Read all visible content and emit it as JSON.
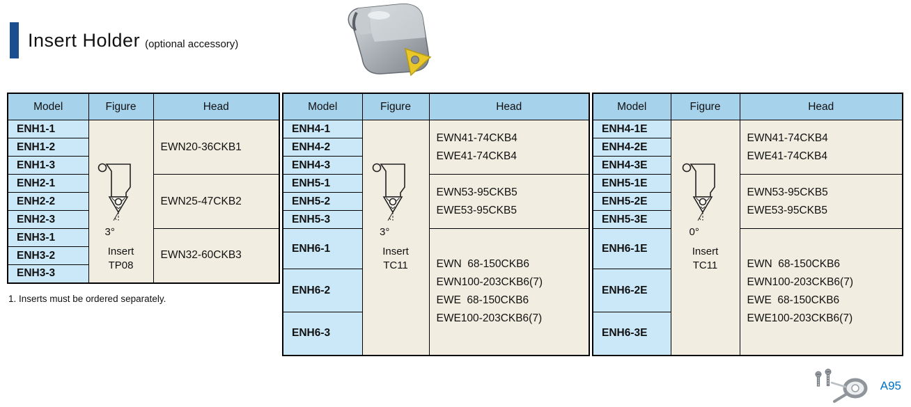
{
  "page": {
    "title": "Insert Holder",
    "subtitle": "(optional accessory)",
    "footnote": "1. Inserts must be ordered separately.",
    "page_ref": "A95"
  },
  "colors": {
    "accent_bar": "#1a4e8f",
    "header_bg": "#a6d2eb",
    "model_bg": "#cbe8f9",
    "figure_bg": "#f1ede0",
    "border": "#000000",
    "page_ref_blue": "#0072c6",
    "insert_yellow": "#e9c728"
  },
  "table": {
    "headers": [
      "Model",
      "Figure",
      "Head"
    ],
    "groups": [
      {
        "figure": {
          "angle": "3°",
          "insert": "Insert\nTP08"
        },
        "sections": [
          {
            "models": [
              "ENH1-1",
              "ENH1-2",
              "ENH1-3"
            ],
            "head": "EWN20-36CKB1"
          },
          {
            "models": [
              "ENH2-1",
              "ENH2-2",
              "ENH2-3"
            ],
            "head": "EWN25-47CKB2"
          },
          {
            "models": [
              "ENH3-1",
              "ENH3-2",
              "ENH3-3"
            ],
            "head": "EWN32-60CKB3"
          }
        ]
      },
      {
        "figure": {
          "angle": "3°",
          "insert": "Insert\nTC11"
        },
        "sections": [
          {
            "models": [
              "ENH4-1",
              "ENH4-2",
              "ENH4-3"
            ],
            "head": "EWN41-74CKB4\nEWE41-74CKB4"
          },
          {
            "models": [
              "ENH5-1",
              "ENH5-2",
              "ENH5-3"
            ],
            "head": "EWN53-95CKB5\nEWE53-95CKB5"
          },
          {
            "models": [
              "ENH6-1",
              "ENH6-2",
              "ENH6-3"
            ],
            "head": "EWN  68-150CKB6\nEWN100-203CKB6(7)\nEWE  68-150CKB6\nEWE100-203CKB6(7)"
          }
        ]
      },
      {
        "figure": {
          "angle": "0°",
          "insert": "Insert\nTC11"
        },
        "sections": [
          {
            "models": [
              "ENH4-1E",
              "ENH4-2E",
              "ENH4-3E"
            ],
            "head": "EWN41-74CKB4\nEWE41-74CKB4"
          },
          {
            "models": [
              "ENH5-1E",
              "ENH5-2E",
              "ENH5-3E"
            ],
            "head": "EWN53-95CKB5\nEWE53-95CKB5"
          },
          {
            "models": [
              "ENH6-1E",
              "ENH6-2E",
              "ENH6-3E"
            ],
            "head": "EWN  68-150CKB6\nEWN100-203CKB6(7)\nEWE  68-150CKB6\nEWE100-203CKB6(7)"
          }
        ]
      }
    ]
  }
}
